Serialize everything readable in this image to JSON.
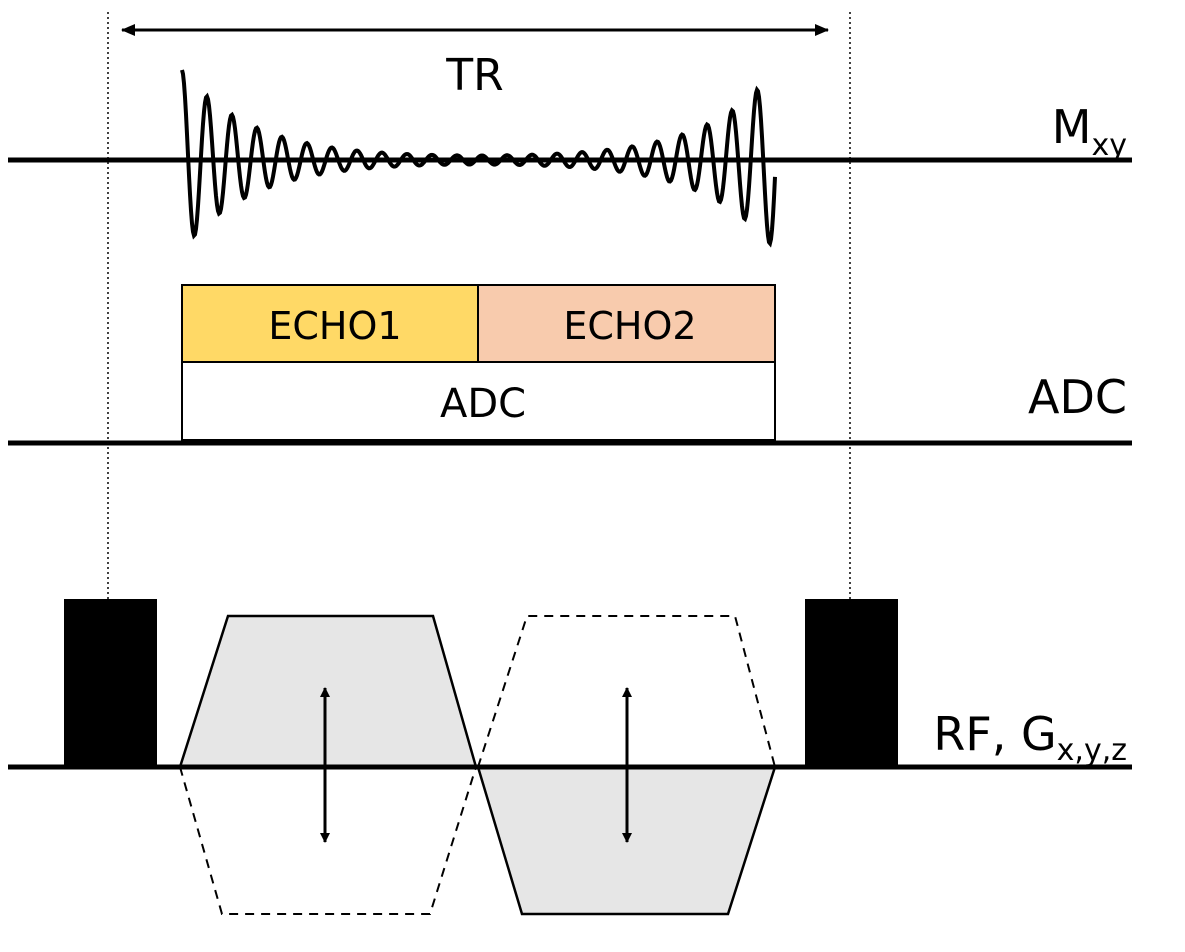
{
  "tr_label": "TR",
  "rows": {
    "mxy": {
      "main": "M",
      "sub": "xy"
    },
    "adc": {
      "main": "ADC"
    },
    "rf": {
      "main": "RF, G",
      "sub": "x,y,z"
    }
  },
  "adc_block": {
    "echo1": "ECHO1",
    "echo2": "ECHO2",
    "adc": "ADC"
  },
  "colors": {
    "echo1": "#FFD966",
    "echo2": "#F8CBAD",
    "gradient_fill": "#E6E6E6",
    "line": "#000000"
  }
}
